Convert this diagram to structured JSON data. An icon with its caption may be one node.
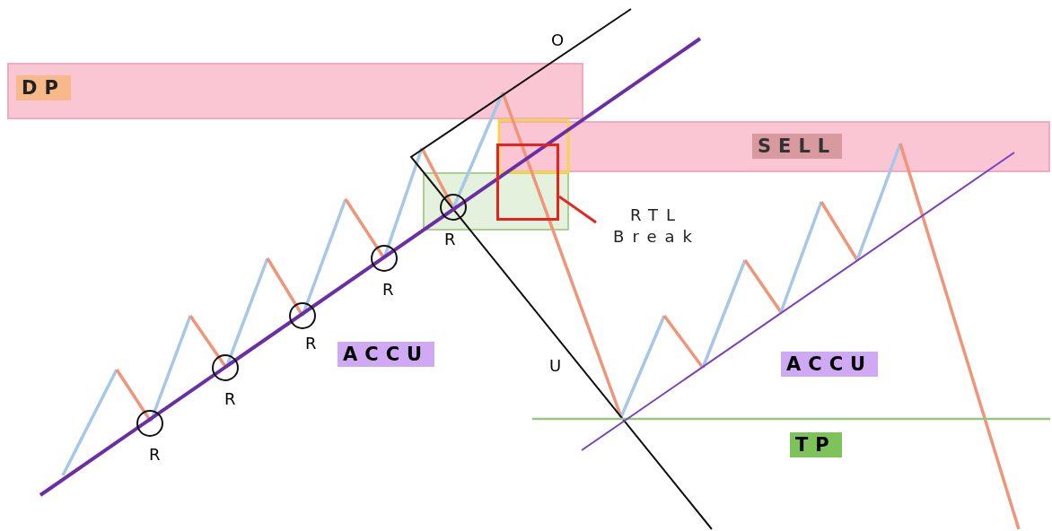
{
  "diagram": {
    "nodes": [
      {
        "text": [
          "DP"
        ]
      },
      {
        "text": [
          "SELL"
        ]
      },
      {
        "text": [],
        "shape": "box"
      },
      {
        "text": [
          "RTL Break"
        ]
      }
    ],
    "edges": [
      {
        "from": 3,
        "to": 2,
        "arrow": "none"
      }
    ],
    "labels": [
      "O",
      "R",
      "R",
      "R",
      "R",
      "R",
      "ACCU",
      "U",
      "ACCU",
      "TP"
    ]
  }
}
